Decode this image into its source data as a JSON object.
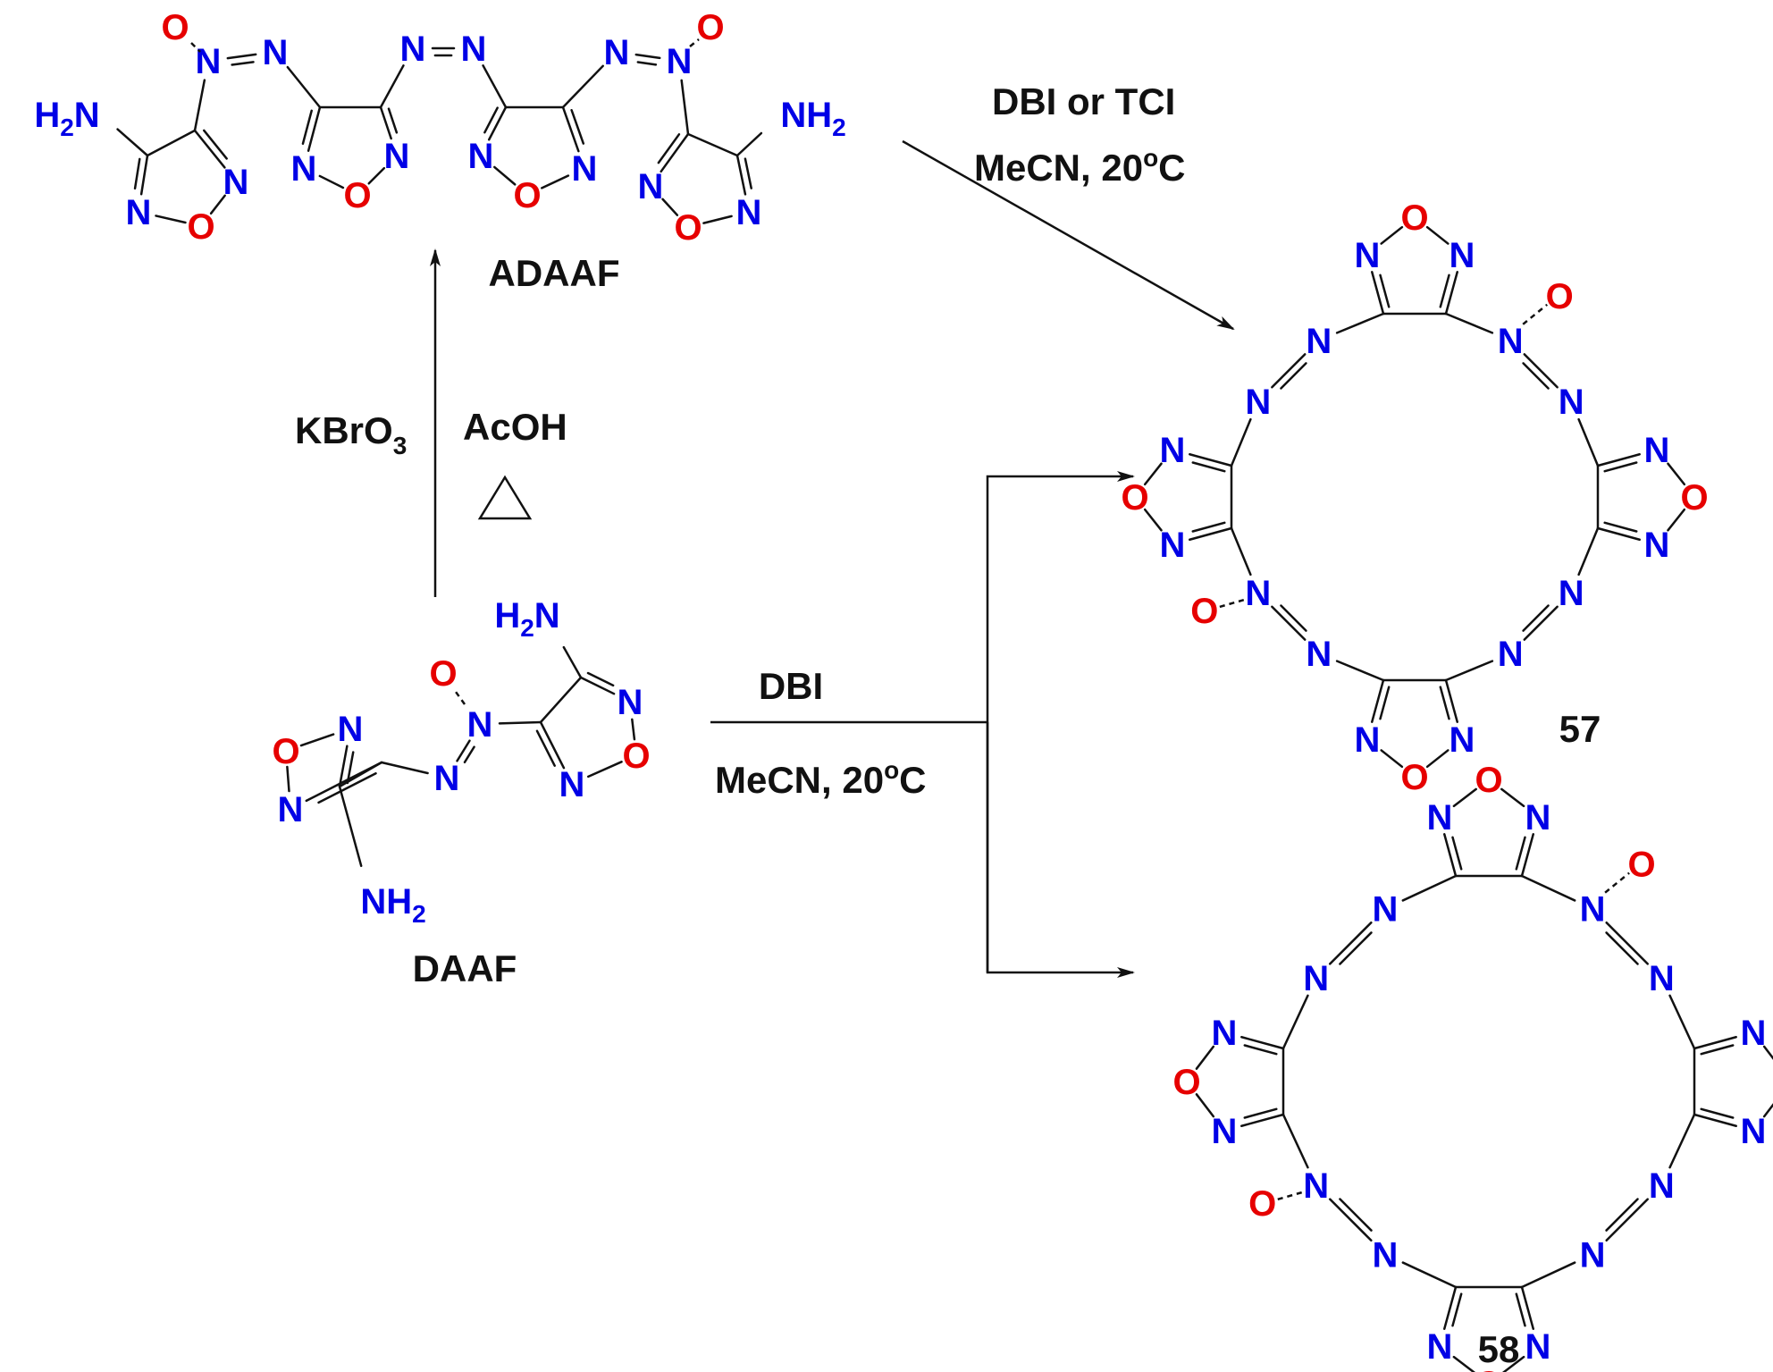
{
  "colors": {
    "nitrogen": "#0000e6",
    "oxygen": "#e60000",
    "bond": "#111111",
    "label": "#111111"
  },
  "atoms": {
    "N": "N",
    "O": "O"
  },
  "groups": {
    "nh": "NH",
    "h": "H",
    "two": "2",
    "n_tail": "N"
  },
  "compounds": {
    "adaaf": "ADAAF",
    "daaf": "DAAF",
    "c57": "57",
    "c58": "58"
  },
  "conditions": {
    "top": {
      "reagent": "DBI or TCI",
      "solvent": "MeCN, 20",
      "degree": "o",
      "unit": "C"
    },
    "bottom": {
      "reagent": "DBI",
      "solvent": "MeCN, 20",
      "degree": "o",
      "unit": "C"
    },
    "left": {
      "oxidant": "KBrO",
      "oxidant_sub": "3",
      "acid": "AcOH"
    }
  },
  "icons": {
    "heat": "triangle-heat-icon"
  }
}
